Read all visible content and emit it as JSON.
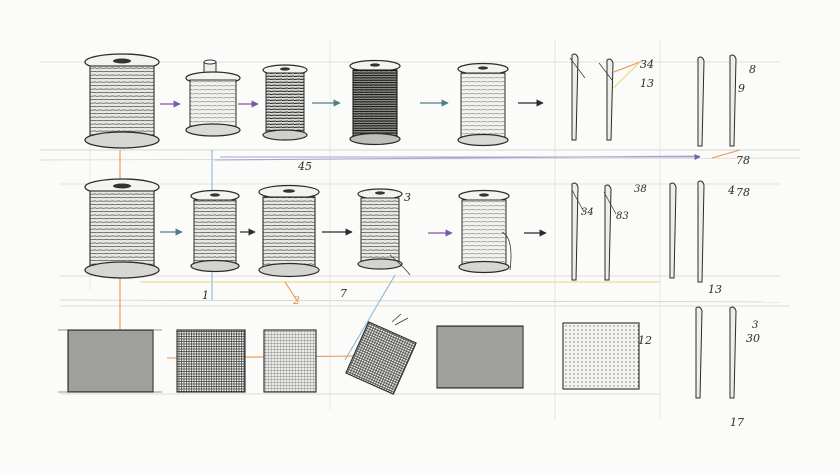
{
  "annotations": {
    "row1_line_label": "45",
    "row1_needle_a": "34",
    "row1_needle_b": "13",
    "row1_needle_c": "8",
    "row1_needle_d": "9",
    "row1_right_end": "78",
    "row2_spool_note": "3",
    "row2_needle_a": "34",
    "row2_needle_b": "83",
    "row2_needle_c": "38",
    "row2_needle_d": "4",
    "row2_right_end": "78",
    "row2_below_needles": "13",
    "row2_left_mark": "1",
    "row2_orange_mark": "2",
    "row2_mid_mark": "7",
    "row3_swatch_note": "12",
    "row3_needle_a": "3",
    "row3_needle_b": "30",
    "corner_mark": "17"
  },
  "colors": {
    "ink": "#2b2b2b",
    "arrow_purple": "#7a5aa6",
    "arrow_teal": "#4f7f86",
    "guide_orange": "#e8964f",
    "guide_blue": "#8fb7d6",
    "guide_yellow": "#e8d57a",
    "guide_violet": "#a9a2d8"
  }
}
